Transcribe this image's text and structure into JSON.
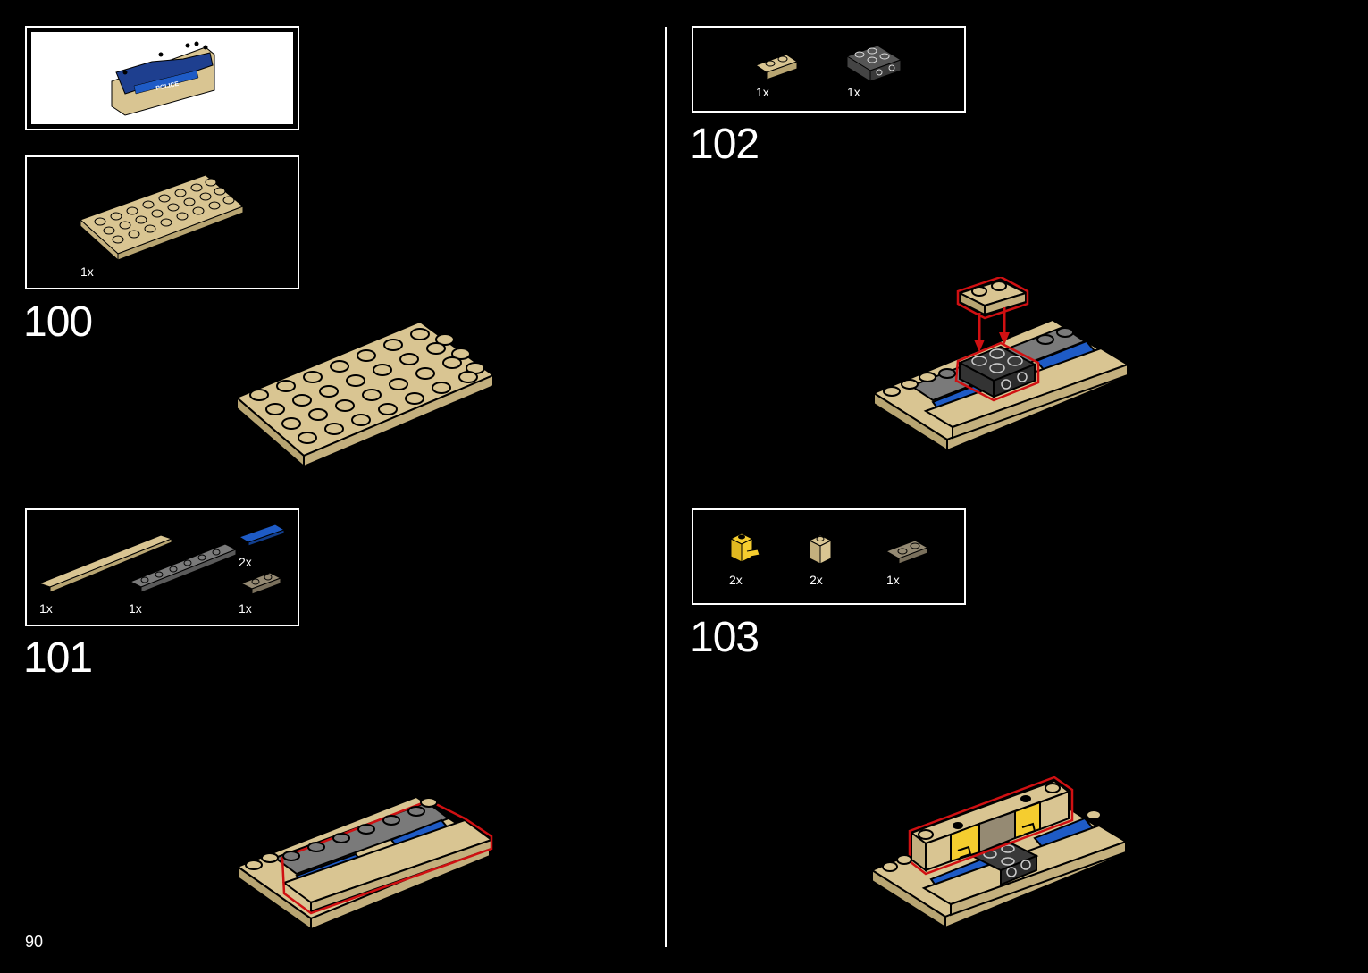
{
  "page": {
    "number": "90"
  },
  "preview": {
    "decal_text": "POLICE"
  },
  "steps": [
    {
      "number": "100",
      "parts": [
        {
          "qty": "1x",
          "part": "tan-plate-4x8-icon"
        }
      ]
    },
    {
      "number": "101",
      "parts": [
        {
          "qty": "1x",
          "part": "tan-plate-1x10-icon"
        },
        {
          "qty": "1x",
          "part": "dark-grey-plate-1x6-icon"
        },
        {
          "qty": "2x",
          "part": "blue-tile-1x4-icon"
        },
        {
          "qty": "1x",
          "part": "dark-tan-plate-1x2-icon"
        }
      ]
    },
    {
      "number": "102",
      "parts": [
        {
          "qty": "1x",
          "part": "tan-plate-1x2-icon"
        },
        {
          "qty": "1x",
          "part": "black-brick-with-studs-on-side-icon"
        }
      ]
    },
    {
      "number": "103",
      "parts": [
        {
          "qty": "2x",
          "part": "yellow-brick-with-clip-icon"
        },
        {
          "qty": "2x",
          "part": "tan-brick-1x1-icon"
        },
        {
          "qty": "1x",
          "part": "dark-tan-plate-1x2-icon"
        }
      ]
    }
  ],
  "colors": {
    "background": "#000000",
    "tan": "#d9c592",
    "dark_tan": "#958a73",
    "dark_grey": "#6b6b6b",
    "blue": "#1e5bc6",
    "yellow": "#f5cd2f",
    "highlight": "#d01012"
  }
}
